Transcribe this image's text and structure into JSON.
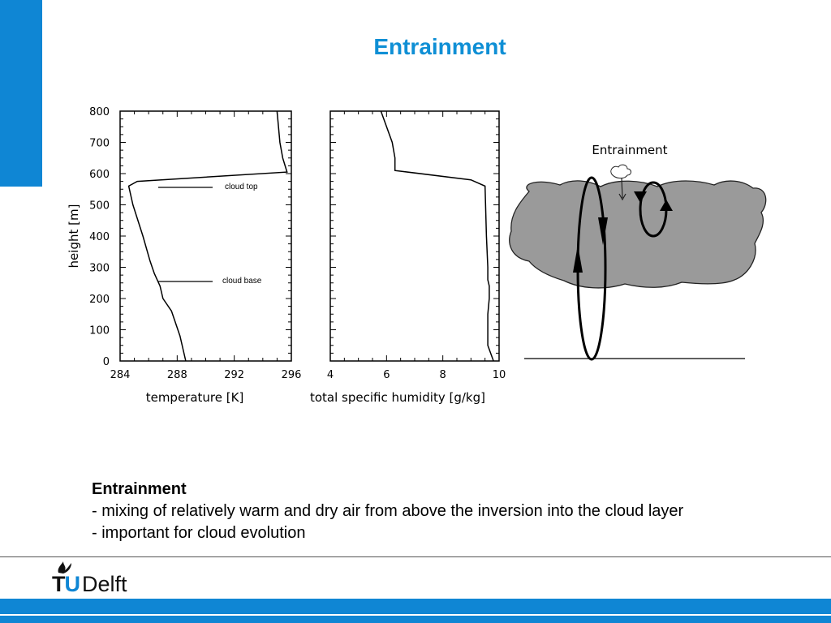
{
  "slide": {
    "title": "Entrainment",
    "body_heading": "Entrainment",
    "bullets": [
      "- mixing of relatively warm and dry air from above the inversion into the cloud layer",
      "- important for cloud evolution"
    ]
  },
  "logo": {
    "tu": "TU",
    "delft": "Delft"
  },
  "diagram": {
    "label": "Entrainment"
  },
  "colors": {
    "brand_blue": "#0f86d4",
    "title_blue": "#0f8fd5",
    "cloud_gray": "#9a9a9a"
  },
  "chart_data": [
    {
      "type": "line",
      "xlabel": "temperature [K]",
      "ylabel": "height [m]",
      "xlim": [
        284,
        296
      ],
      "ylim": [
        0,
        800
      ],
      "x_ticks": [
        284,
        288,
        292,
        296
      ],
      "y_ticks": [
        0,
        100,
        200,
        300,
        400,
        500,
        600,
        700,
        800
      ],
      "series": [
        {
          "x": [
            288.6,
            288.2,
            287.6,
            287.0,
            286.8,
            286.4,
            286.1,
            285.6,
            284.9,
            284.6,
            285.2,
            295.7,
            295.4,
            295.2,
            295.0
          ],
          "y": [
            0,
            80,
            160,
            200,
            240,
            280,
            320,
            400,
            500,
            560,
            575,
            605,
            650,
            700,
            800
          ]
        }
      ],
      "annotations": [
        {
          "text": "cloud top",
          "y": 565
        },
        {
          "text": "cloud base",
          "y": 255
        }
      ]
    },
    {
      "type": "line",
      "xlabel": "total specific humidity [g/kg]",
      "xlim": [
        4,
        10
      ],
      "ylim": [
        0,
        800
      ],
      "x_ticks": [
        4,
        6,
        8,
        10
      ],
      "series": [
        {
          "x": [
            9.8,
            9.6,
            9.6,
            9.6,
            9.65,
            9.65,
            9.6,
            9.6,
            9.55,
            9.5,
            9.0,
            6.3,
            6.3,
            6.2,
            5.8
          ],
          "y": [
            0,
            50,
            100,
            150,
            200,
            240,
            260,
            300,
            400,
            560,
            580,
            610,
            650,
            700,
            800
          ]
        }
      ]
    }
  ]
}
